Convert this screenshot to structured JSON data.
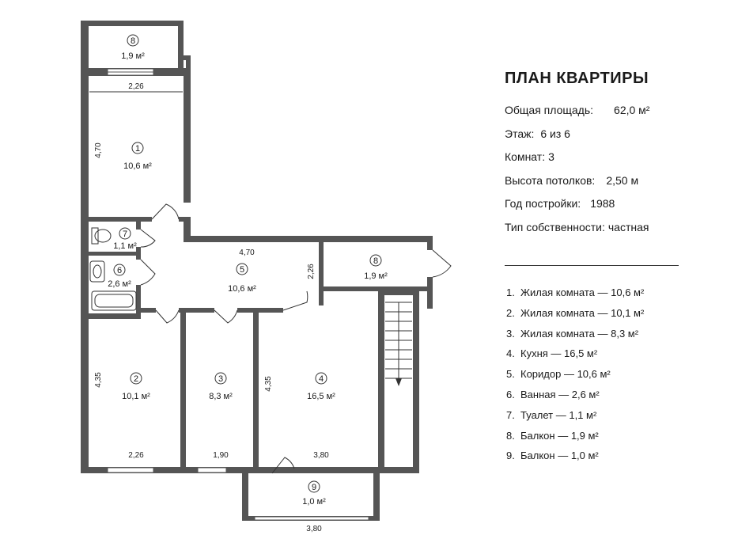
{
  "plan": {
    "title": "ПЛАН КВАРТИРЫ",
    "details": [
      {
        "label": "Общая площадь:",
        "value": "62,0 м²"
      },
      {
        "label": "Этаж:",
        "value": "6 из 6"
      },
      {
        "label": "Комнат:",
        "value": "3"
      },
      {
        "label": "Высота потолков:",
        "value": "2,50 м"
      },
      {
        "label": "Год постройки:",
        "value": "1988"
      },
      {
        "label": "Тип собственности:",
        "value": "частная"
      }
    ],
    "legend": [
      {
        "num": "1.",
        "text": "Жилая комната — 10,6 м²"
      },
      {
        "num": "2.",
        "text": "Жилая комната — 10,1 м²"
      },
      {
        "num": "3.",
        "text": "Жилая комната — 8,3 м²"
      },
      {
        "num": "4.",
        "text": "Кухня — 16,5 м²"
      },
      {
        "num": "5.",
        "text": "Коридор — 10,6 м²"
      },
      {
        "num": "6.",
        "text": "Ванная — 2,6 м²"
      },
      {
        "num": "7.",
        "text": "Туалет — 1,1 м²"
      },
      {
        "num": "8.",
        "text": "Балкон — 1,9 м²"
      },
      {
        "num": "9.",
        "text": "Балкон — 1,0 м²"
      }
    ]
  },
  "floorplan": {
    "rooms": [
      {
        "num": "8",
        "area": "1,9 м²"
      },
      {
        "num": "1",
        "area": "10,6 м²"
      },
      {
        "num": "7",
        "area": "1,1 м²"
      },
      {
        "num": "6",
        "area": "2,6 м²"
      },
      {
        "num": "5",
        "area": "10,6 м²"
      },
      {
        "num": "8",
        "area": "1,9 м²"
      },
      {
        "num": "2",
        "area": "10,1 м²"
      },
      {
        "num": "3",
        "area": "8,3 м²"
      },
      {
        "num": "4",
        "area": "16,5 м²"
      },
      {
        "num": "9",
        "area": "1,0 м²"
      }
    ],
    "dims": [
      "2,26",
      "4,70",
      "4,70",
      "2,26",
      "4,35",
      "4,35",
      "2,26",
      "1,90",
      "3,80",
      "3,80"
    ]
  }
}
